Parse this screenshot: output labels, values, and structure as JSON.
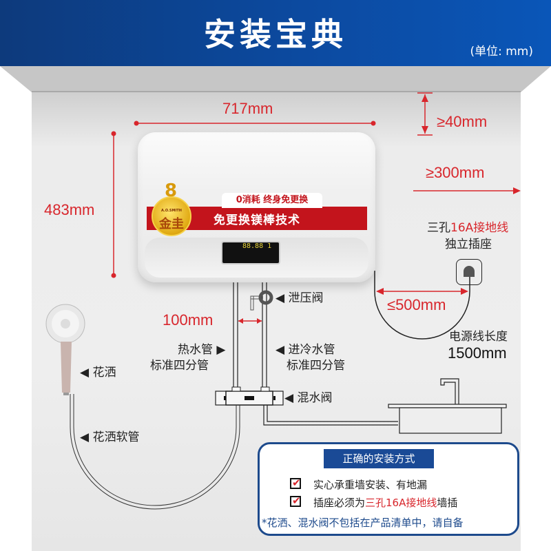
{
  "header": {
    "title": "安装宝典",
    "unit_note": "(单位: mm)",
    "bg_color": "#0c4aa0"
  },
  "dimensions": {
    "width": "717mm",
    "height": "483mm",
    "top_clearance": "≥40mm",
    "side_clearance": "≥300mm",
    "pipe_spacing": "100mm",
    "outlet_distance": "≤500mm",
    "color": "#d8262c"
  },
  "heater": {
    "banner_tab": "0消耗 终身免更换",
    "banner_text": "免更换镁棒技术",
    "badge_number": "8",
    "badge_brand": "A.O.SMITH",
    "badge_name": "金圭",
    "display_digits": "88.88 1"
  },
  "outlet": {
    "line1_prefix": "三孔",
    "line1_red": "16A接地线",
    "line2": "独立插座",
    "cord_label": "电源线长度",
    "cord_length": "1500mm"
  },
  "labels": {
    "relief_valve": "泄压阀",
    "hot_pipe_1": "热水管",
    "hot_pipe_2": "标准四分管",
    "cold_pipe_1": "进冷水管",
    "cold_pipe_2": "标准四分管",
    "mixing_valve": "混水阀",
    "shower": "花洒",
    "shower_hose": "花洒软管"
  },
  "checklist": {
    "title": "正确的安装方式",
    "items": [
      {
        "text": "实心承重墙安装、有地漏"
      },
      {
        "prefix": "插座必须为",
        "red": "三孔16A接地线",
        "suffix": "墙插"
      }
    ],
    "note": "*花洒、混水阀不包括在产品清单中，请自备",
    "border_color": "#1d4a8c"
  }
}
